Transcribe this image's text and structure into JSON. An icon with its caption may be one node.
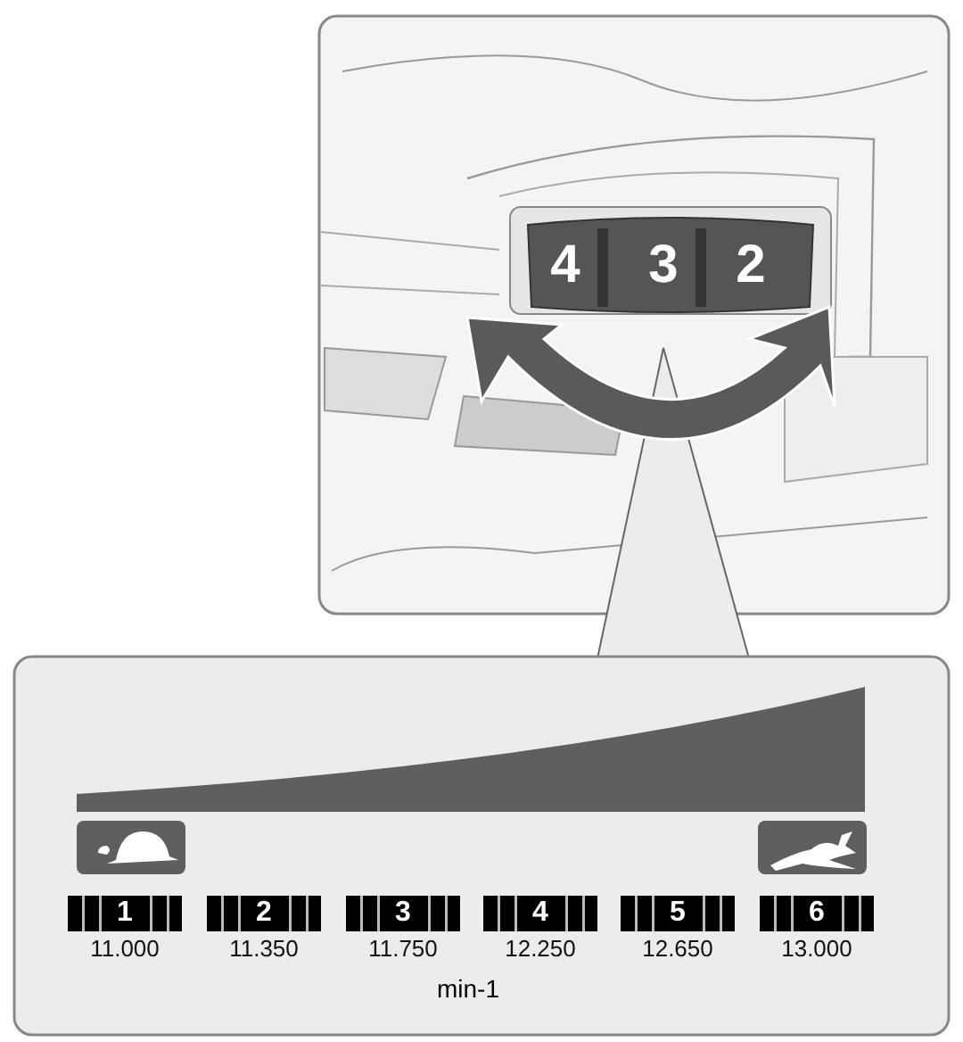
{
  "diagram": {
    "labels": [
      "4",
      "3",
      "2",
      "1",
      "11.000",
      "2",
      "11.350",
      "3",
      "11.750",
      "4",
      "12.250",
      "5",
      "12.650",
      "6",
      "13.000",
      "min-1"
    ]
  }
}
